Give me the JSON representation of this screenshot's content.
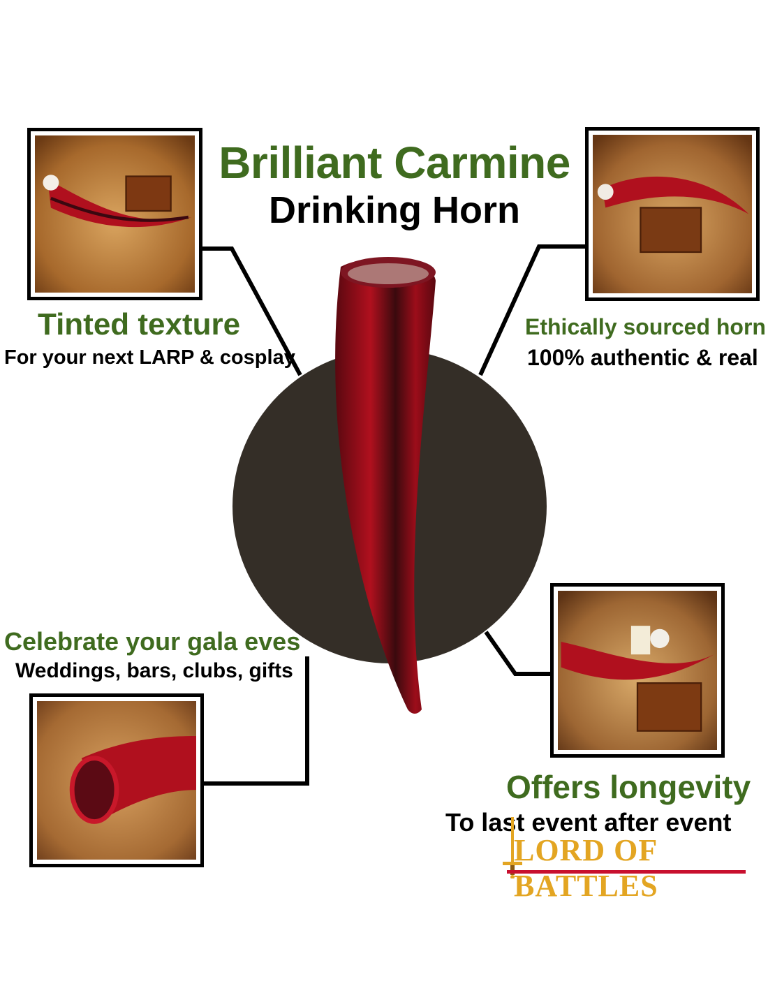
{
  "title": {
    "main": "Brilliant Carmine",
    "sub": "Drinking Horn"
  },
  "features": [
    {
      "heading": "Tinted texture",
      "text": "For your next LARP & cosplay"
    },
    {
      "heading": "Ethically sourced horn",
      "text": "100% authentic & real"
    },
    {
      "heading": "Celebrate your gala eves",
      "text": "Weddings, bars, clubs, gifts"
    },
    {
      "heading": "Offers longevity",
      "text": "To last event after event"
    }
  ],
  "logo": {
    "text": "LORD OF BATTLES"
  },
  "colors": {
    "heading_green": "#3f6b1f",
    "circle": "#342e27",
    "horn_red": "#b0101e",
    "logo_gold": "#e3a522",
    "logo_red": "#c8102e"
  },
  "icons": [
    "drinking-horn-image",
    "lord-of-battles-logo"
  ]
}
